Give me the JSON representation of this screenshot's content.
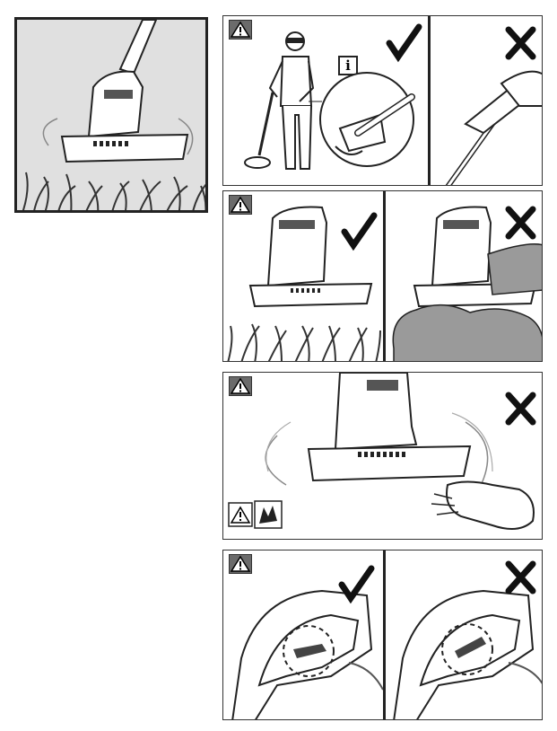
{
  "manual_page": {
    "intro_illustration": {
      "subject": "trimmer-head-in-grass"
    },
    "info_badge_text": "i",
    "colors": {
      "warning_badge_bg": "#6b6b6b",
      "intro_bg": "#e0e0e0",
      "stroke": "#222222",
      "grass": "#333333",
      "bush": "#9a9a9a",
      "check_mark": "#111111",
      "cross_mark": "#111111"
    },
    "sections": [
      {
        "id": "operator-grip",
        "warning": true,
        "panels": [
          {
            "verdict": "correct"
          },
          {
            "verdict": "incorrect"
          }
        ]
      },
      {
        "id": "cutting-height",
        "warning": true,
        "panels": [
          {
            "verdict": "correct"
          },
          {
            "verdict": "incorrect"
          }
        ]
      },
      {
        "id": "keep-hands-away",
        "warning": true,
        "panels": [
          {
            "verdict": "incorrect"
          }
        ]
      },
      {
        "id": "switch-lock",
        "warning": true,
        "panels": [
          {
            "verdict": "correct"
          },
          {
            "verdict": "incorrect"
          }
        ]
      }
    ]
  }
}
